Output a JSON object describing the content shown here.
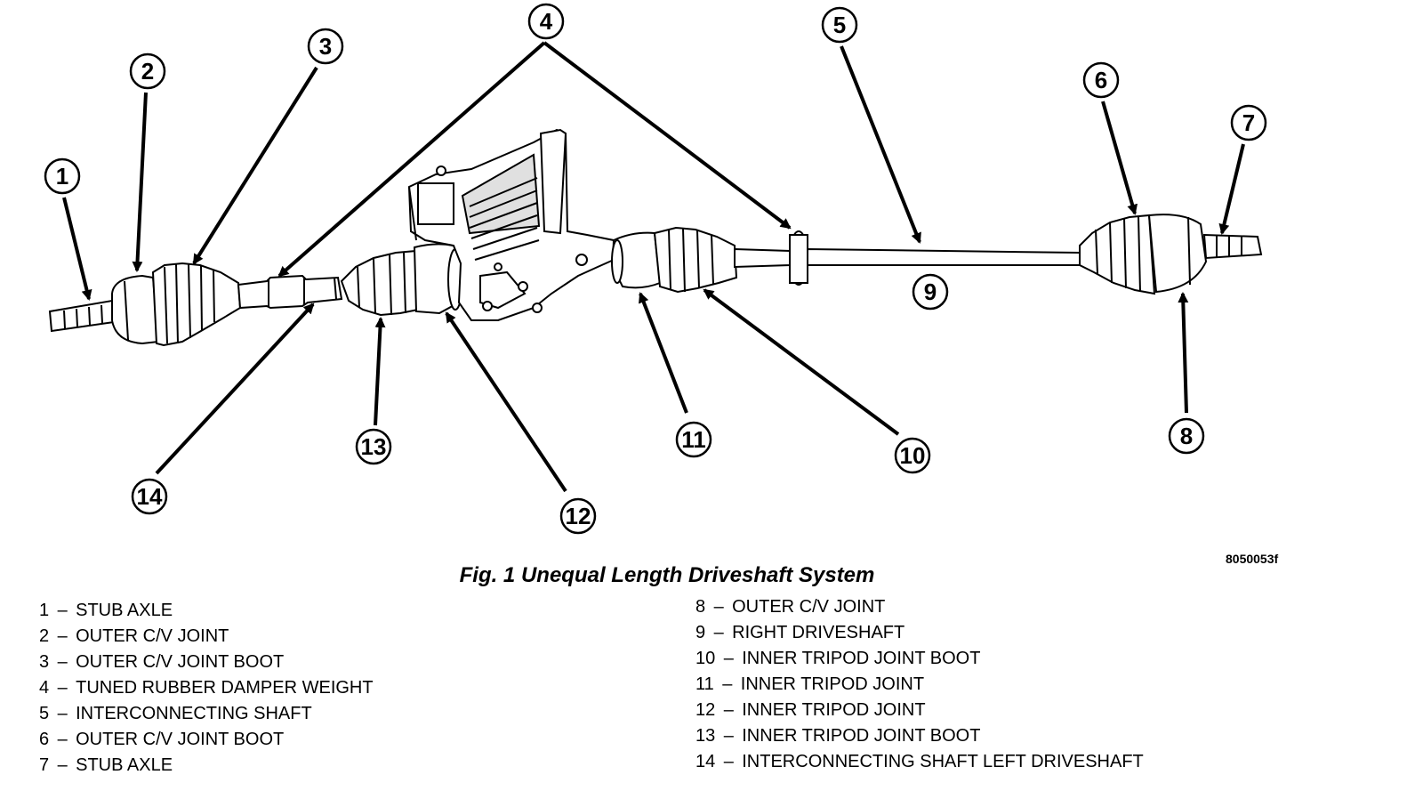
{
  "figure": {
    "code": "8050053f",
    "caption": "Fig. 1 Unequal Length Driveshaft System"
  },
  "callouts": [
    "1",
    "2",
    "3",
    "4",
    "5",
    "6",
    "7",
    "8",
    "9",
    "10",
    "11",
    "12",
    "13",
    "14"
  ],
  "legend": {
    "left": [
      {
        "num": "1",
        "label": "STUB AXLE"
      },
      {
        "num": "2",
        "label": "OUTER C/V JOINT"
      },
      {
        "num": "3",
        "label": "OUTER C/V JOINT BOOT"
      },
      {
        "num": "4",
        "label": "TUNED RUBBER DAMPER WEIGHT"
      },
      {
        "num": "5",
        "label": "INTERCONNECTING SHAFT"
      },
      {
        "num": "6",
        "label": "OUTER C/V JOINT BOOT"
      },
      {
        "num": "7",
        "label": "STUB AXLE"
      }
    ],
    "right": [
      {
        "num": "8",
        "label": "OUTER C/V JOINT"
      },
      {
        "num": "9",
        "label": "RIGHT DRIVESHAFT"
      },
      {
        "num": "10",
        "label": "INNER TRIPOD JOINT BOOT"
      },
      {
        "num": "11",
        "label": "INNER TRIPOD JOINT"
      },
      {
        "num": "12",
        "label": "INNER TRIPOD JOINT"
      },
      {
        "num": "13",
        "label": "INNER TRIPOD JOINT BOOT"
      },
      {
        "num": "14",
        "label": "INTERCONNECTING SHAFT LEFT DRIVESHAFT"
      }
    ]
  },
  "dash": "–"
}
